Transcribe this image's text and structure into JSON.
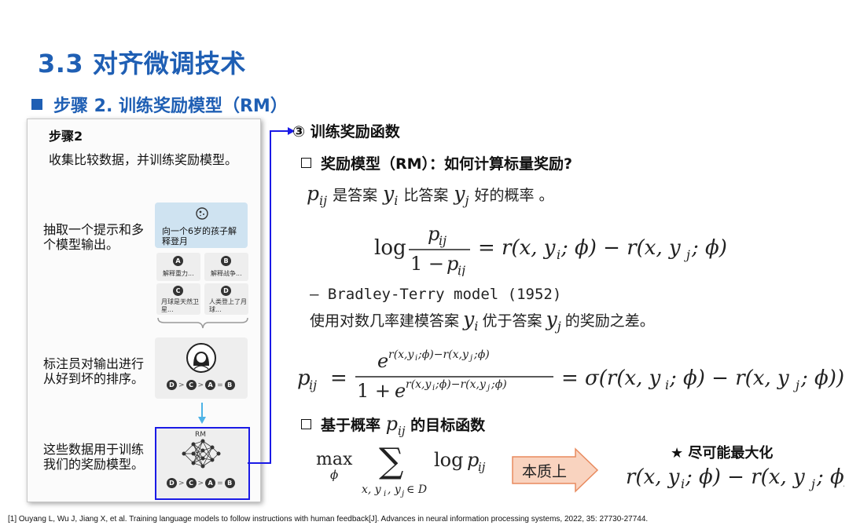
{
  "header": {
    "title": "3.3 对齐微调技术",
    "subtitle": "步骤 2. 训练奖励模型（RM）"
  },
  "panel": {
    "step_label": "步骤2",
    "step_desc": "收集比较数据，并训练奖励模型。",
    "sample_label": "抽取一个提示和多个模型输出。",
    "prompt": "向一个6岁的孩子解释登月",
    "options": [
      {
        "id": "A",
        "text": "解释重力..."
      },
      {
        "id": "B",
        "text": "解释战争..."
      },
      {
        "id": "C",
        "text": "月球是天然卫星..."
      },
      {
        "id": "D",
        "text": "人类登上了月球..."
      }
    ],
    "label_label": "标注员对输出进行从好到坏的排序。",
    "ranking": [
      "D",
      "C",
      "A",
      "B"
    ],
    "rm_label": "这些数据用于训练我们的奖励模型。",
    "rm_title": "RM"
  },
  "content": {
    "section_title": "③ 训练奖励函数",
    "q1": "奖励模型（RM）：如何计算标量奖励?",
    "pij_desc_1": "是答案",
    "pij_desc_2": "比答案",
    "pij_desc_3": "好的概率 。",
    "bt_model": "— Bradley-Terry model (1952)",
    "bt_desc_1": "使用对数几率建模答案",
    "bt_desc_2": "优于答案",
    "bt_desc_3": "的奖励之差。",
    "q2_a": "基于概率",
    "q2_b": "的目标函数",
    "essence": "本质上",
    "maximize": "★ 尽可能最大化"
  },
  "reference": "[1] Ouyang L, Wu J, Jiang X, et al. Training language models to follow instructions with human feedback[J]. Advances in neural information processing systems, 2022, 35: 27730-27744.",
  "colors": {
    "title_blue": "#1f5fb4",
    "rm_border": "#1a1ae6",
    "arrow_fill": "#f9d3bf",
    "arrow_stroke": "#e88a5e"
  }
}
